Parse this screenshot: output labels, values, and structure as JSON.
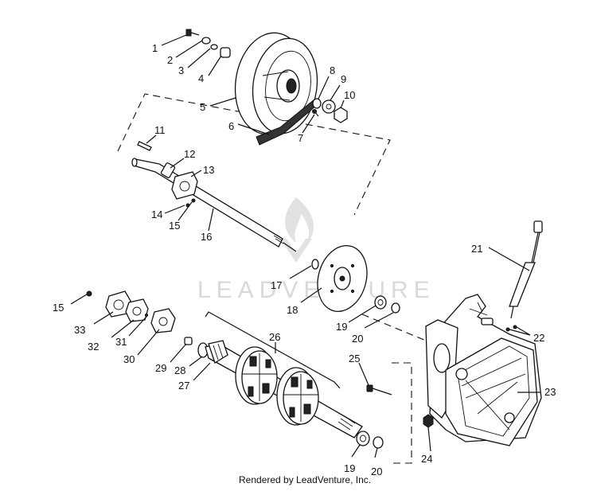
{
  "watermark": {
    "text": "LEADVENTURE"
  },
  "footer": {
    "text": "Rendered by LeadVenture, Inc."
  },
  "callouts": {
    "c1": "1",
    "c2": "2",
    "c3": "3",
    "c4": "4",
    "c5": "5",
    "c6": "6",
    "c7": "7",
    "c8": "8",
    "c9": "9",
    "c10": "10",
    "c11": "11",
    "c12": "12",
    "c13": "13",
    "c14": "14",
    "c15a": "15",
    "c16": "16",
    "c17": "17",
    "c18": "18",
    "c19a": "19",
    "c20a": "20",
    "c21": "21",
    "c22": "22",
    "c23": "23",
    "c24": "24",
    "c25": "25",
    "c26": "26",
    "c27": "27",
    "c28": "28",
    "c29": "29",
    "c30": "30",
    "c31": "31",
    "c32": "32",
    "c33": "33",
    "c15b": "15",
    "c19b": "19",
    "c20b": "20"
  }
}
